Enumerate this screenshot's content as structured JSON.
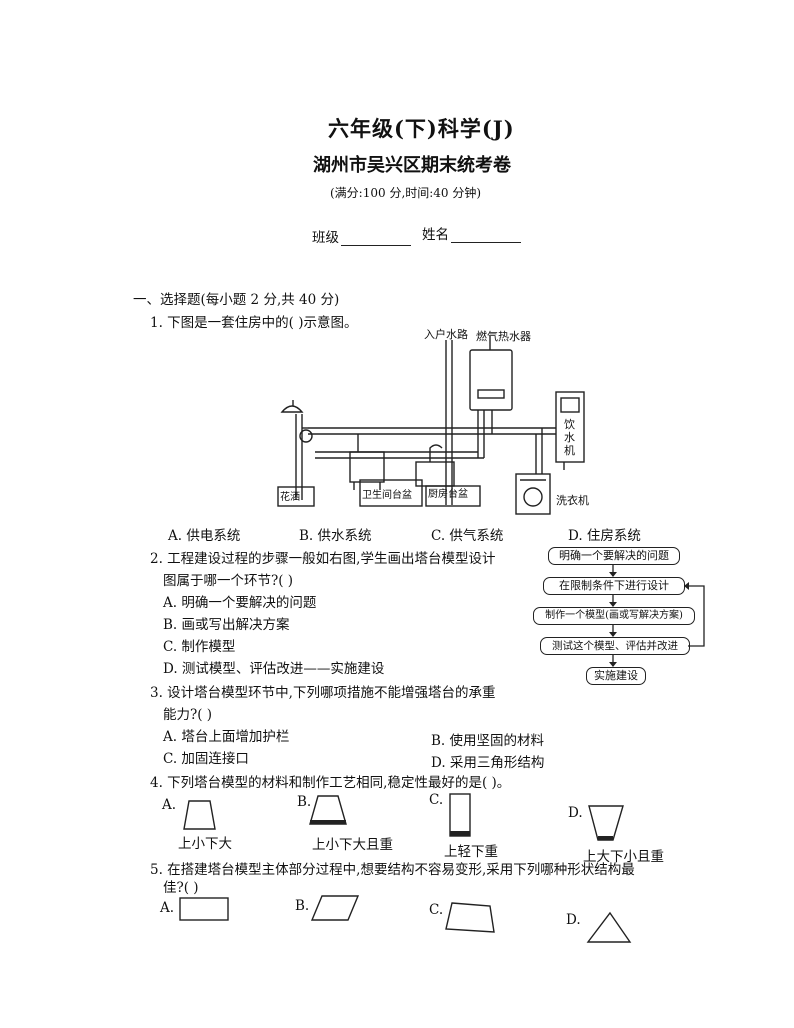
{
  "header": {
    "title": "六年级(下)科学(J)",
    "subtitle": "湖州市吴兴区期末统考卷",
    "note": "(满分:100 分,时间:40 分钟)",
    "class_label": "班级",
    "name_label": "姓名"
  },
  "section1": {
    "heading": "一、选择题(每小题 2 分,共 40 分)"
  },
  "q1": {
    "stem": "1. 下图是一套住房中的(    )示意图。",
    "labels": {
      "inlet": "入户水路",
      "heater": "燃气热水器",
      "dispenser": "饮水机",
      "shower": "花洒",
      "bathroom_basin": "卫生间台盆",
      "kitchen_basin": "厨房台盆",
      "washer": "洗衣机"
    },
    "options": [
      "A. 供电系统",
      "B. 供水系统",
      "C. 供气系统",
      "D. 住房系统"
    ]
  },
  "q2": {
    "stem_line1": "2. 工程建设过程的步骤一般如右图,学生画出塔台模型设计",
    "stem_line2": "图属于哪一个环节?(    )",
    "options": [
      "A. 明确一个要解决的问题",
      "B. 画或写出解决方案",
      "C. 制作模型",
      "D. 测试模型、评估改进——实施建设"
    ],
    "flow": [
      "明确一个要解决的问题",
      "在限制条件下进行设计",
      "制作一个模型(画或写解决方案)",
      "测试这个模型、评估并改进",
      "实施建设"
    ]
  },
  "q3": {
    "stem_line1": "3. 设计塔台模型环节中,下列哪项措施不能增强塔台的承重",
    "stem_line2": "能力?(    )",
    "options": [
      "A. 塔台上面增加护栏",
      "B. 使用坚固的材料",
      "C. 加固连接口",
      "D. 采用三角形结构"
    ]
  },
  "q4": {
    "stem": "4. 下列塔台模型的材料和制作工艺相同,稳定性最好的是(    )。",
    "letters": [
      "A.",
      "B.",
      "C.",
      "D."
    ],
    "captions": [
      "上小下大",
      "上小下大且重",
      "上轻下重",
      "上大下小且重"
    ]
  },
  "q5": {
    "stem_line1": "5. 在搭建塔台模型主体部分过程中,想要结构不容易变形,采用下列哪种形状结构最",
    "stem_line2": "佳?(    )",
    "letters": [
      "A.",
      "B.",
      "C.",
      "D."
    ]
  }
}
